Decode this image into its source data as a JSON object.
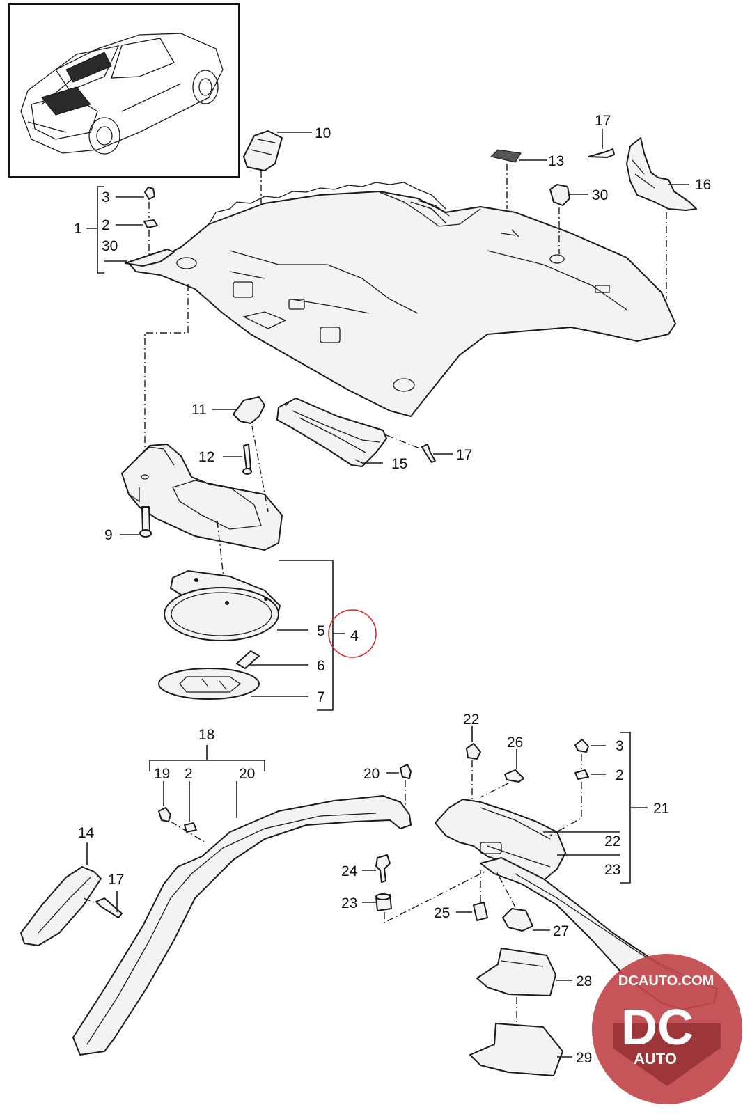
{
  "callouts": [
    {
      "id": "c10",
      "text": "10"
    },
    {
      "id": "c13",
      "text": "13"
    },
    {
      "id": "c17a",
      "text": "17"
    },
    {
      "id": "c16",
      "text": "16"
    },
    {
      "id": "c30a",
      "text": "30"
    },
    {
      "id": "c3a",
      "text": "3"
    },
    {
      "id": "c1",
      "text": "1"
    },
    {
      "id": "c2a",
      "text": "2"
    },
    {
      "id": "c30b",
      "text": "30"
    },
    {
      "id": "c11",
      "text": "11"
    },
    {
      "id": "c12",
      "text": "12"
    },
    {
      "id": "c17b",
      "text": "17"
    },
    {
      "id": "c15",
      "text": "15"
    },
    {
      "id": "c9",
      "text": "9"
    },
    {
      "id": "c5",
      "text": "5"
    },
    {
      "id": "c4",
      "text": "4"
    },
    {
      "id": "c6",
      "text": "6"
    },
    {
      "id": "c7",
      "text": "7"
    },
    {
      "id": "c18",
      "text": "18"
    },
    {
      "id": "c19",
      "text": "19"
    },
    {
      "id": "c2b",
      "text": "2"
    },
    {
      "id": "c20a",
      "text": "20"
    },
    {
      "id": "c20b",
      "text": "20"
    },
    {
      "id": "c22a",
      "text": "22"
    },
    {
      "id": "c26",
      "text": "26"
    },
    {
      "id": "c3b",
      "text": "3"
    },
    {
      "id": "c2c",
      "text": "2"
    },
    {
      "id": "c21",
      "text": "21"
    },
    {
      "id": "c22b",
      "text": "22"
    },
    {
      "id": "c23a",
      "text": "23"
    },
    {
      "id": "c14",
      "text": "14"
    },
    {
      "id": "c17c",
      "text": "17"
    },
    {
      "id": "c24",
      "text": "24"
    },
    {
      "id": "c23b",
      "text": "23"
    },
    {
      "id": "c25",
      "text": "25"
    },
    {
      "id": "c27",
      "text": "27"
    },
    {
      "id": "c28",
      "text": "28"
    },
    {
      "id": "c29",
      "text": "29"
    }
  ],
  "highlight": {
    "part": "4",
    "color": "#d92a2a"
  },
  "watermark": {
    "site": "DCAUTO.COM",
    "initials": "DC",
    "word": "AUTO",
    "color": "#c0464b"
  }
}
